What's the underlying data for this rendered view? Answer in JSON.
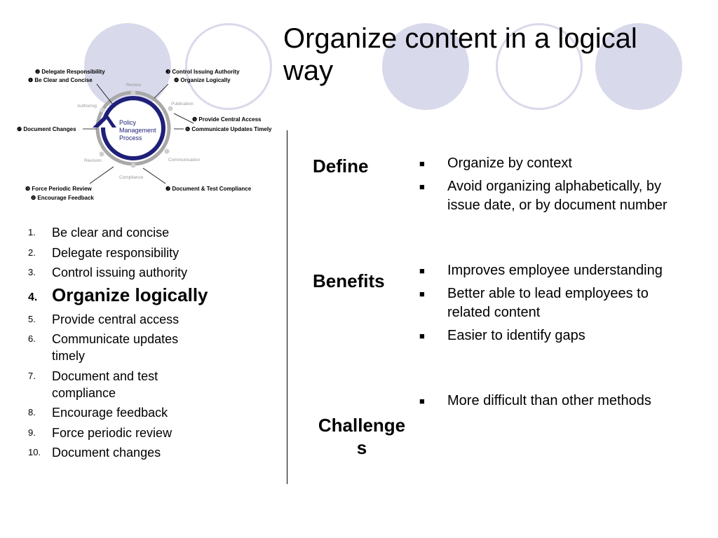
{
  "slide": {
    "title": "Organize content in a logical way"
  },
  "diagram": {
    "center_label": [
      "Policy",
      "Management",
      "Process"
    ],
    "stages": [
      "Review",
      "Publication",
      "Communication",
      "Compliance",
      "Revision",
      "Authoring"
    ],
    "callouts": {
      "top_left": [
        "❷ Delegate Responsibility",
        "❶ Be Clear and Concise"
      ],
      "top_right": [
        "❸ Control Issuing Authority",
        "❹ Organize Logically"
      ],
      "mid_right": [
        "❺ Provide Central Access",
        "❻ Communicate Updates Timely"
      ],
      "mid_left": [
        "❿ Document Changes"
      ],
      "bottom_left": [
        "❾ Force Periodic Review",
        "❽ Encourage Feedback"
      ],
      "bottom_right": [
        "❼ Document & Test Compliance"
      ]
    }
  },
  "principles": [
    {
      "num": "1.",
      "text": "Be clear and concise"
    },
    {
      "num": "2.",
      "text": "Delegate responsibility"
    },
    {
      "num": "3.",
      "text": "Control issuing authority"
    },
    {
      "num": "4.",
      "text": "Organize logically",
      "active": true
    },
    {
      "num": "5.",
      "text": "Provide central access"
    },
    {
      "num": "6.",
      "text": "Communicate updates timely"
    },
    {
      "num": "7.",
      "text": "Document and test compliance"
    },
    {
      "num": "8.",
      "text": "Encourage feedback"
    },
    {
      "num": "9.",
      "text": "Force periodic review"
    },
    {
      "num": "10.",
      "text": "Document changes"
    }
  ],
  "rows": [
    {
      "label": "Define",
      "bullets": [
        "Organize by context",
        "Avoid organizing alphabetically, by issue date, or by document number"
      ]
    },
    {
      "label": "Benefits",
      "bullets": [
        "Improves employee understanding",
        "Better able to lead employees to related content",
        "Easier to identify gaps"
      ]
    },
    {
      "label": "Challenges",
      "label_display": "Challenge\ns",
      "bullets": [
        "More difficult than other methods"
      ]
    }
  ],
  "colors": {
    "accent": "#d9d9ec",
    "ring_dark": "#1f1f7a",
    "ring_grey": "#9a9a9a"
  },
  "icons": {
    "bullet": "square-bullet-icon"
  }
}
